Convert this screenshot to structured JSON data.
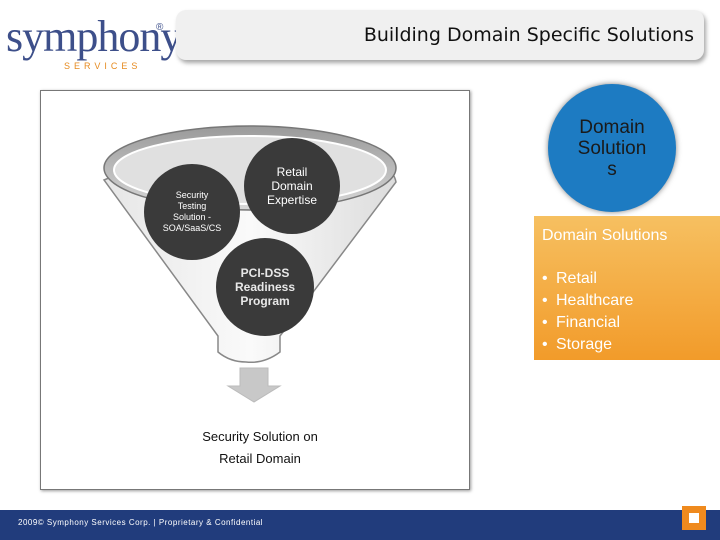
{
  "logo": {
    "word": "symphony",
    "registered": "®",
    "subtitle": "SERVICES"
  },
  "title": "Building Domain Specific Solutions",
  "diagram": {
    "nodes": {
      "security": [
        "Security",
        "Testing",
        "Solution -",
        "SOA/SaaS/CS"
      ],
      "retail": [
        "Retail",
        "Domain",
        "Expertise"
      ],
      "pci": [
        "PCI-DSS",
        "Readiness",
        "Program"
      ]
    },
    "output_label": [
      "Security Solution on",
      "Retail Domain"
    ]
  },
  "domain_circle": [
    "Domain",
    "Solution",
    "s"
  ],
  "panel": {
    "title": "Domain Solutions",
    "bullet": "•",
    "items": [
      "Retail",
      "Healthcare",
      "Financial",
      "Storage"
    ]
  },
  "footer": "2009© Symphony Services Corp. | Proprietary & Confidential",
  "colors": {
    "brand_blue": "#3d4f8a",
    "accent_orange": "#f29b2a",
    "circle_blue": "#1d7bc2",
    "footer_navy": "#213c7c"
  }
}
